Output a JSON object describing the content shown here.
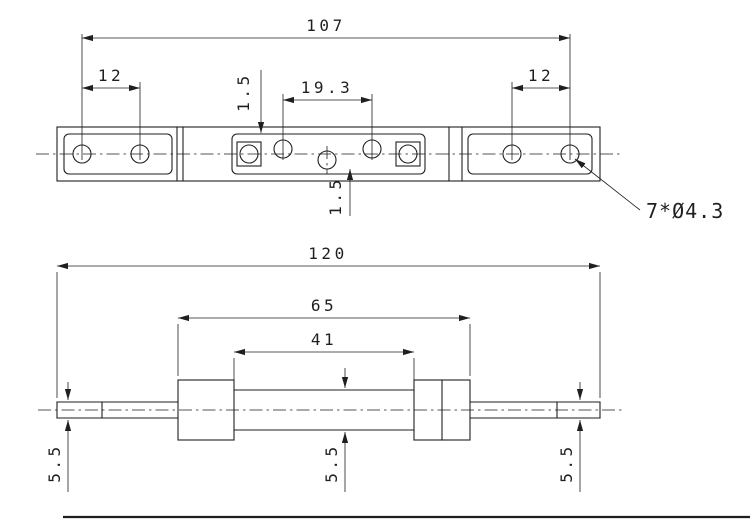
{
  "drawing": {
    "line_color": "#1f1f1f",
    "background": "#ffffff",
    "top_view": {
      "dim_overall": "107",
      "dim_left_hole_pitch": "12",
      "dim_center_hole_pitch": "19.3",
      "dim_right_hole_pitch": "12",
      "dim_offset_upper": "1.5",
      "dim_offset_lower": "1.5",
      "hole_callout": "7*Ø4.3"
    },
    "front_view": {
      "dim_overall": "120",
      "dim_boss_span": "65",
      "dim_mid_span": "41",
      "dim_thickness_left": "5.5",
      "dim_thickness_middle": "5.5",
      "dim_thickness_right": "5.5"
    }
  }
}
